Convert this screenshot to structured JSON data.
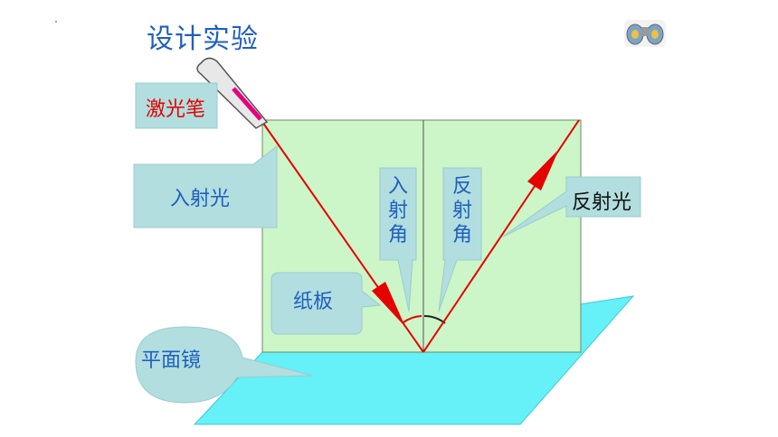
{
  "slide": {
    "title": "设计实验",
    "binoculars_icon": "binoculars-icon"
  },
  "labels": {
    "laser_pen": "激光笔",
    "incident_ray": "入射光",
    "reflected_ray": "反射光",
    "paper_board": "纸板",
    "plane_mirror": "平面镜",
    "incident_angle": [
      "入",
      "射",
      "角"
    ],
    "reflection_angle": [
      "反",
      "射",
      "角"
    ]
  },
  "colors": {
    "title": "#1f5fbf",
    "board": "#ccf5c8",
    "mirror": "#66f0f8",
    "ray": "#e60000",
    "callout_fill": "#b2dedf",
    "laser_label": "#e60000"
  }
}
